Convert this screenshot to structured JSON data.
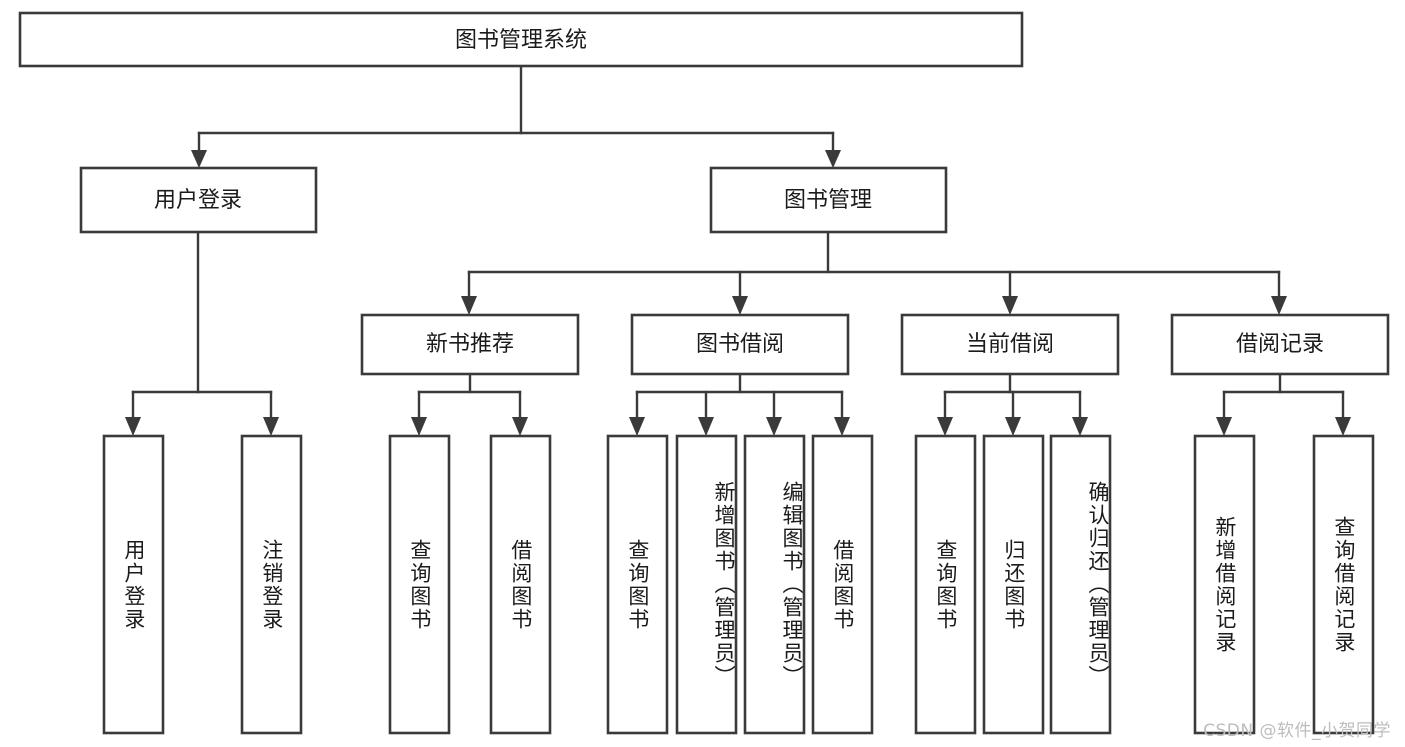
{
  "diagram": {
    "title": "图书管理系统",
    "type": "hierarchy-tree",
    "root": {
      "label": "图书管理系统",
      "name": "node-root-system"
    },
    "level2": [
      {
        "label": "用户登录",
        "name": "node-user-login"
      },
      {
        "label": "图书管理",
        "name": "node-book-management"
      }
    ],
    "level3": [
      {
        "label": "新书推荐",
        "name": "node-new-book-recommend"
      },
      {
        "label": "图书借阅",
        "name": "node-book-borrow"
      },
      {
        "label": "当前借阅",
        "name": "node-current-borrow"
      },
      {
        "label": "借阅记录",
        "name": "node-borrow-record"
      }
    ],
    "leaves": {
      "user_login": [
        {
          "label": "用户登录",
          "name": "leaf-user-login"
        },
        {
          "label": "注销登录",
          "name": "leaf-logout"
        }
      ],
      "new_book_recommend": [
        {
          "label": "查询图书",
          "name": "leaf-query-book-1"
        },
        {
          "label": "借阅图书",
          "name": "leaf-borrow-book-1"
        }
      ],
      "book_borrow": [
        {
          "label": "查询图书",
          "name": "leaf-query-book-2"
        },
        {
          "label": "新增图书（管理员）",
          "name": "leaf-add-book-admin"
        },
        {
          "label": "编辑图书（管理员）",
          "name": "leaf-edit-book-admin"
        },
        {
          "label": "借阅图书",
          "name": "leaf-borrow-book-2"
        }
      ],
      "current_borrow": [
        {
          "label": "查询图书",
          "name": "leaf-query-book-3"
        },
        {
          "label": "归还图书",
          "name": "leaf-return-book"
        },
        {
          "label": "确认归还（管理员）",
          "name": "leaf-confirm-return-admin"
        }
      ],
      "borrow_record": [
        {
          "label": "新增借阅记录",
          "name": "leaf-add-borrow-record"
        },
        {
          "label": "查询借阅记录",
          "name": "leaf-query-borrow-record"
        }
      ]
    },
    "watermark": "CSDN @软件_小贺同学",
    "colors": {
      "stroke": "#3a3a3a",
      "fill": "#ffffff",
      "text": "#1b1b1b",
      "watermark": "#bdbdbd"
    }
  }
}
